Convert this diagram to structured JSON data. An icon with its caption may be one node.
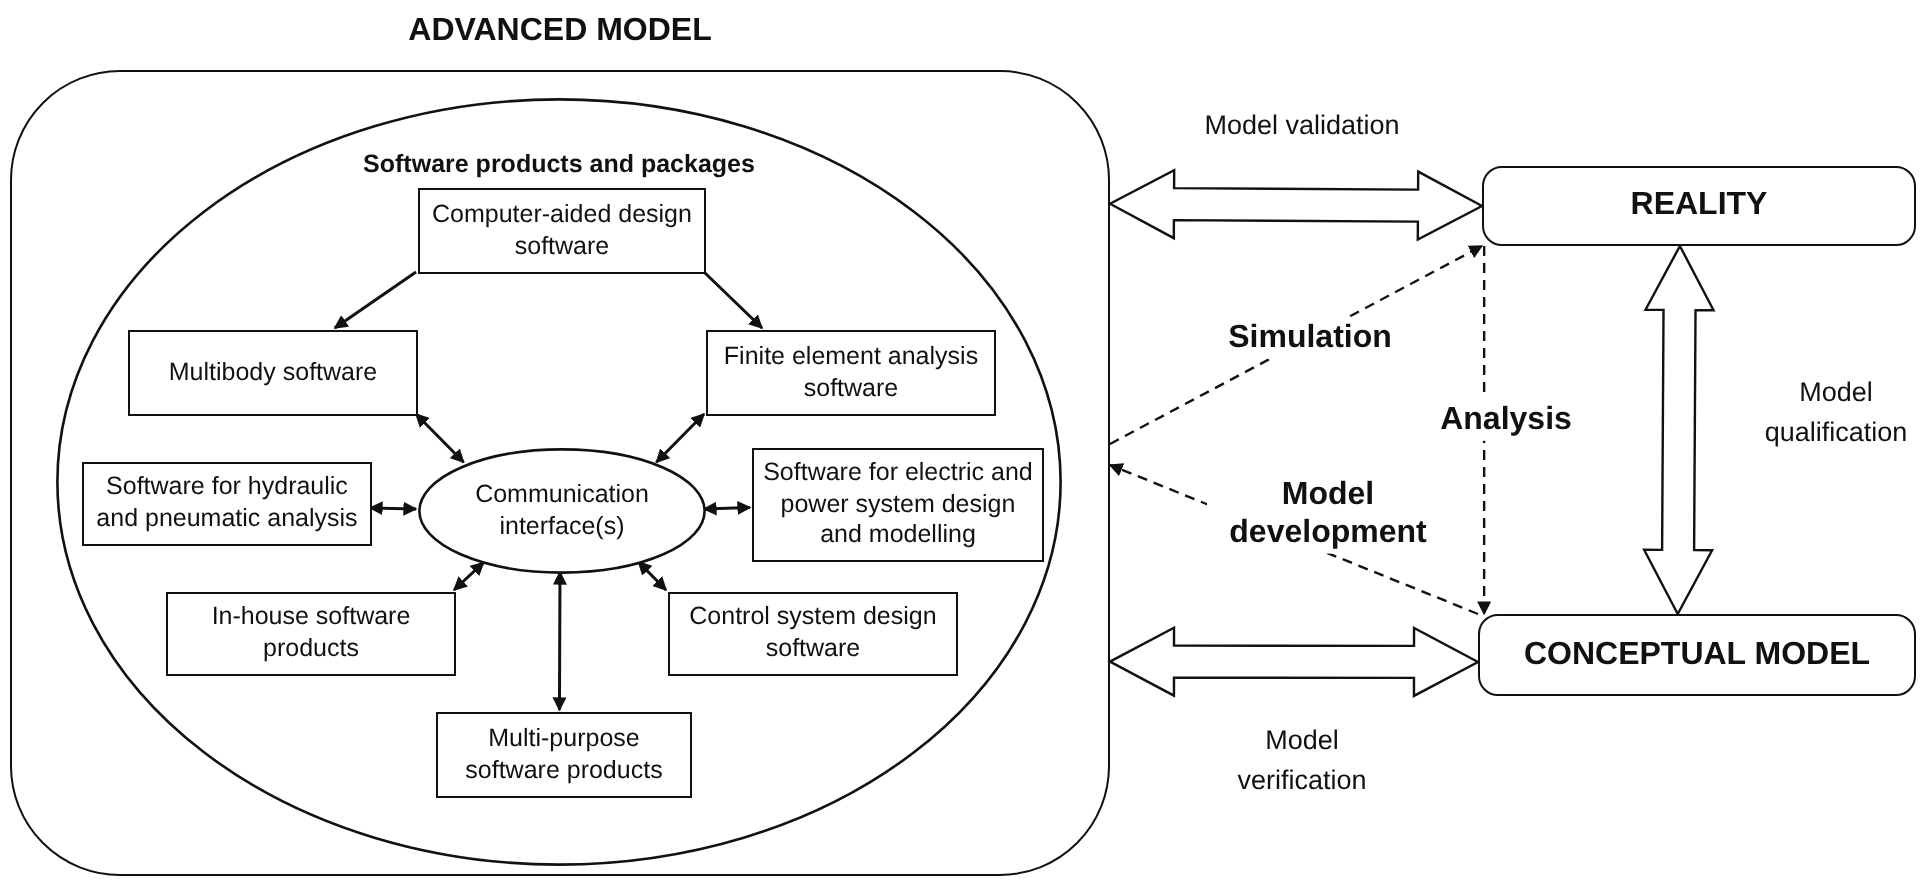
{
  "diagram": {
    "nodes": [
      {
        "text": [
          "ADVANCED MODEL"
        ]
      },
      {
        "text": [
          "Software products and packages"
        ],
        "in": 0
      },
      {
        "text": [
          "Computer-aided design software"
        ],
        "in": 1
      },
      {
        "text": [
          "Multibody software"
        ],
        "in": 1
      },
      {
        "text": [
          "Finite element analysis software"
        ],
        "in": 1
      },
      {
        "text": [
          "Software for hydraulic and pneumatic analysis"
        ],
        "in": 1
      },
      {
        "text": [
          "Communication interface(s)"
        ],
        "in": 1
      },
      {
        "text": [
          "Software for electric and power system design and modelling"
        ],
        "in": 1
      },
      {
        "text": [
          "In-house software products"
        ],
        "in": 1
      },
      {
        "text": [
          "Control system design software"
        ],
        "in": 1
      },
      {
        "text": [
          "Multi-purpose software products"
        ],
        "in": 1
      },
      {
        "text": [
          "REALITY"
        ]
      },
      {
        "text": [
          "CONCEPTUAL MODEL"
        ]
      }
    ],
    "edges": [
      {
        "from": 2,
        "to": 3,
        "arrow": "to"
      },
      {
        "from": 2,
        "to": 4,
        "arrow": "to"
      },
      {
        "from": 3,
        "to": 6,
        "arrow": "both"
      },
      {
        "from": 4,
        "to": 6,
        "arrow": "both"
      },
      {
        "from": 5,
        "to": 6,
        "arrow": "both"
      },
      {
        "from": 6,
        "to": 7,
        "arrow": "both"
      },
      {
        "from": 8,
        "to": 6,
        "arrow": "both"
      },
      {
        "from": 9,
        "to": 6,
        "arrow": "both"
      },
      {
        "from": 6,
        "to": 10,
        "arrow": "both"
      },
      {
        "from": 0,
        "to": 11,
        "arrow": "both",
        "label": "Model validation",
        "style": "thick"
      },
      {
        "from": 11,
        "to": 12,
        "arrow": "both",
        "label": "Model qualification",
        "style": "thick"
      },
      {
        "from": 0,
        "to": 12,
        "arrow": "both",
        "label": "Model verification",
        "style": "thick"
      },
      {
        "from": 0,
        "to": 11,
        "arrow": "to",
        "label": "Simulation",
        "style": "dashed"
      },
      {
        "from": 11,
        "to": 12,
        "arrow": "to",
        "label": "Analysis",
        "style": "dashed"
      },
      {
        "from": 12,
        "to": 0,
        "arrow": "to",
        "label": "Model development",
        "style": "dashed"
      }
    ]
  }
}
